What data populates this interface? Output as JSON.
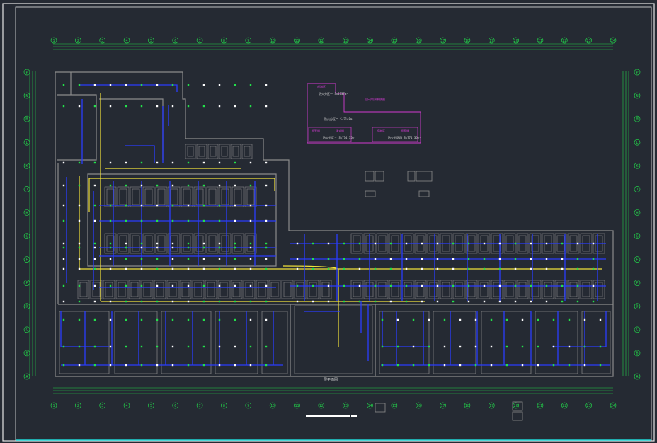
{
  "colors": {
    "background": "#252a33",
    "frame": "#e6e6e6",
    "axis": "#22d34a",
    "wall": "#8c8c8c",
    "pipe_blue": "#2a3cff",
    "pipe_yellow": "#f2e23a",
    "fixture_green": "#22e14a",
    "fixture_white": "#ffffff",
    "annotation_magenta": "#d23bd2",
    "sidebar_cyan": "#1fd6d6"
  },
  "axes": {
    "top_labels": [
      "1",
      "2",
      "3",
      "4",
      "5",
      "6",
      "7",
      "8",
      "9",
      "10",
      "11",
      "12",
      "13",
      "14",
      "15",
      "16",
      "17",
      "18",
      "19",
      "20",
      "21",
      "22",
      "23",
      "24"
    ],
    "bottom_labels": [
      "1",
      "2",
      "3",
      "4",
      "5",
      "6",
      "7",
      "8",
      "9",
      "10",
      "11",
      "12",
      "13",
      "14",
      "15",
      "16",
      "17",
      "18",
      "19",
      "20",
      "21",
      "22",
      "23",
      "24"
    ],
    "left_labels": [
      "P",
      "N",
      "M",
      "L",
      "K",
      "J",
      "H",
      "G",
      "F",
      "E",
      "D",
      "C",
      "B",
      "A"
    ],
    "right_labels": [
      "P",
      "N",
      "M",
      "L",
      "K",
      "J",
      "H",
      "G",
      "F",
      "E",
      "D",
      "C",
      "B",
      "A"
    ]
  },
  "legend_panel": {
    "title": "自动喷淋系统图",
    "zones": [
      "喷淋区",
      "报警阀",
      "湿式阀",
      "喷淋区",
      "报警阀"
    ],
    "notes": [
      "防火分区一 S=2137m²",
      "防火分区二 S=2148m²",
      "防火分区三 S=774.35m²",
      "防火分区四 S=774.35m²"
    ]
  },
  "bottom_dimension_label": "一层平面图",
  "icons": {
    "sprinkler": "sprinkler-head-icon",
    "pipe": "pipe-segment-icon"
  }
}
